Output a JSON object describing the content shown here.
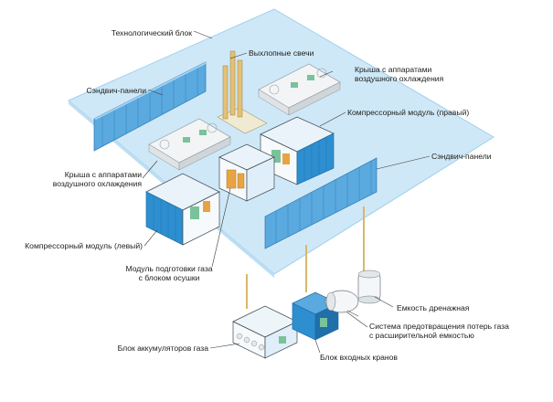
{
  "labels": {
    "tech_block": "Технологический блок",
    "exhaust": "Выхлопные свечи",
    "roof_right_1": "Крыша с аппаратами",
    "roof_right_2": "воздушного охлаждения",
    "sandwich_left": "Сэндвич-панели",
    "compressor_right": "Компрессорный модуль (правый)",
    "roof_left_1": "Крыша с аппаратами",
    "roof_left_2": "воздушного охлаждения",
    "sandwich_right": "Сэндвич-панели",
    "compressor_left": "Компрессорный модуль (левый)",
    "gas_prep_1": "Модуль подготовки газа",
    "gas_prep_2": "с блоком осушки",
    "drain_tank": "Емкость дренажная",
    "loss_system_1": "Система предотвращения потерь газа",
    "loss_system_2": "с расширительной емкостью",
    "accumulators": "Блок аккумуляторов газа",
    "inlet_valves": "Блок входных кранов"
  },
  "colors": {
    "platform": "#cfe8f7",
    "platform_edge": "#9fd0ee",
    "container_blue": "#2e8fd0",
    "container_dark": "#1f6fa8",
    "roof_white": "#f2f4f5",
    "equipment_green": "#7ac29a",
    "equipment_orange": "#e8a443",
    "pipe_yellow": "#d8b86a",
    "leader_line": "#3a3a3a"
  }
}
